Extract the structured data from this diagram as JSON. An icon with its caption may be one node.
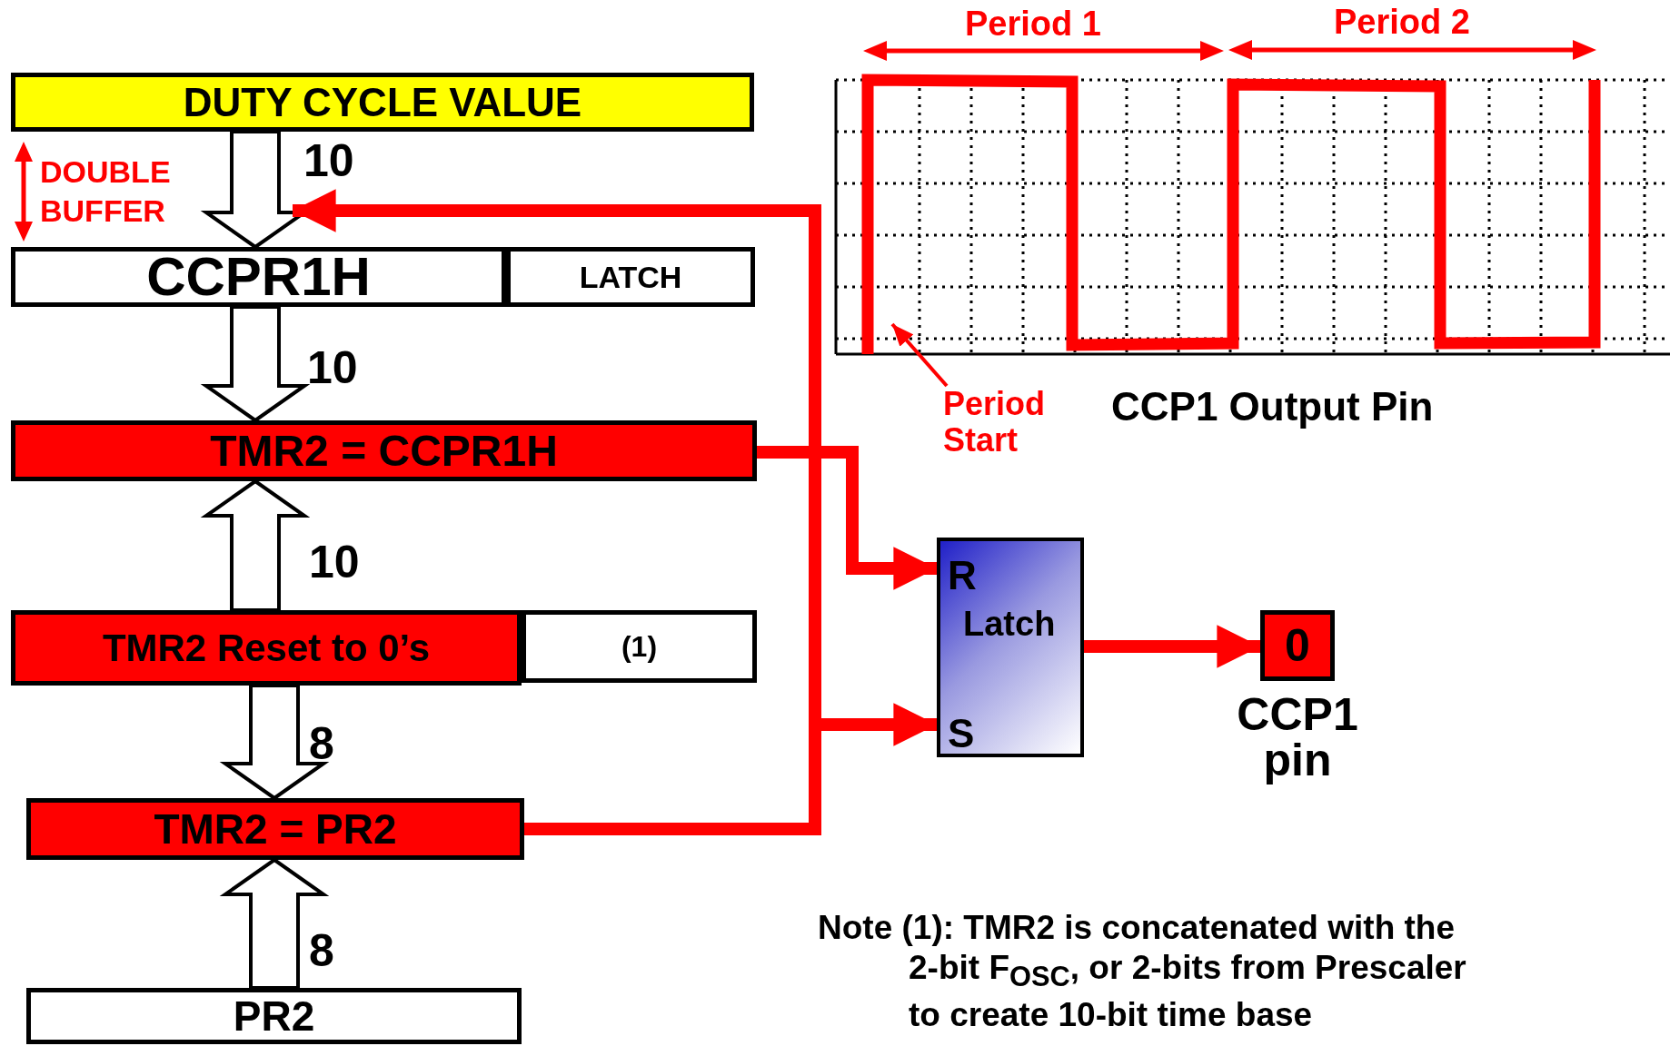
{
  "diagram": {
    "nodes": [
      {
        "text": [
          "DUTY CYCLE VALUE"
        ]
      },
      {
        "text": [
          "CCPR1H"
        ]
      },
      {
        "text": [
          "LATCH"
        ]
      },
      {
        "text": [
          "TMR2 = CCPR1H"
        ]
      },
      {
        "text": [
          "TMR2 Reset to 0’s"
        ]
      },
      {
        "text": [
          "(1)"
        ]
      },
      {
        "text": [
          "TMR2 = PR2"
        ]
      },
      {
        "text": [
          "PR2"
        ]
      },
      {
        "text": [
          "R",
          "Latch",
          "S"
        ]
      },
      {
        "text": [
          "0"
        ],
        "beside": [
          "CCP1 pin"
        ]
      },
      {
        "text": [
          "Period Start"
        ]
      },
      {
        "text": [],
        "shape": "picture"
      }
    ],
    "edges": [
      {
        "from": 0,
        "to": 1,
        "arrow": "to",
        "label": "10",
        "style": "thick"
      },
      {
        "from": 1,
        "to": 3,
        "arrow": "to",
        "label": "10",
        "style": "thick"
      },
      {
        "from": 4,
        "to": 3,
        "arrow": "to",
        "label": "10",
        "style": "thick"
      },
      {
        "from": 4,
        "to": 6,
        "arrow": "to",
        "label": "8",
        "style": "thick"
      },
      {
        "from": 7,
        "to": 6,
        "arrow": "to",
        "label": "8",
        "style": "thick"
      },
      {
        "from": 3,
        "to": 8,
        "arrow": "to",
        "color": "#ff0000"
      },
      {
        "from": 6,
        "to": 1,
        "arrow": "to",
        "color": "#ff0000"
      },
      {
        "from": 6,
        "to": 8,
        "arrow": "to",
        "color": "#ff0000"
      },
      {
        "from": 8,
        "to": 9,
        "arrow": "to",
        "color": "#ff0000"
      },
      {
        "from": 10,
        "to": 11,
        "arrow": "to",
        "color": "#ff0000"
      }
    ],
    "labels": [
      "Period 1",
      "Period 2",
      "DOUBLE BUFFER",
      "CCP1 Output Pin",
      "Note (1): TMR2 is concatenated with the 2-bit F$_{OSC}$, or 2-bits from Prescaler to create 10-bit time base"
    ]
  }
}
